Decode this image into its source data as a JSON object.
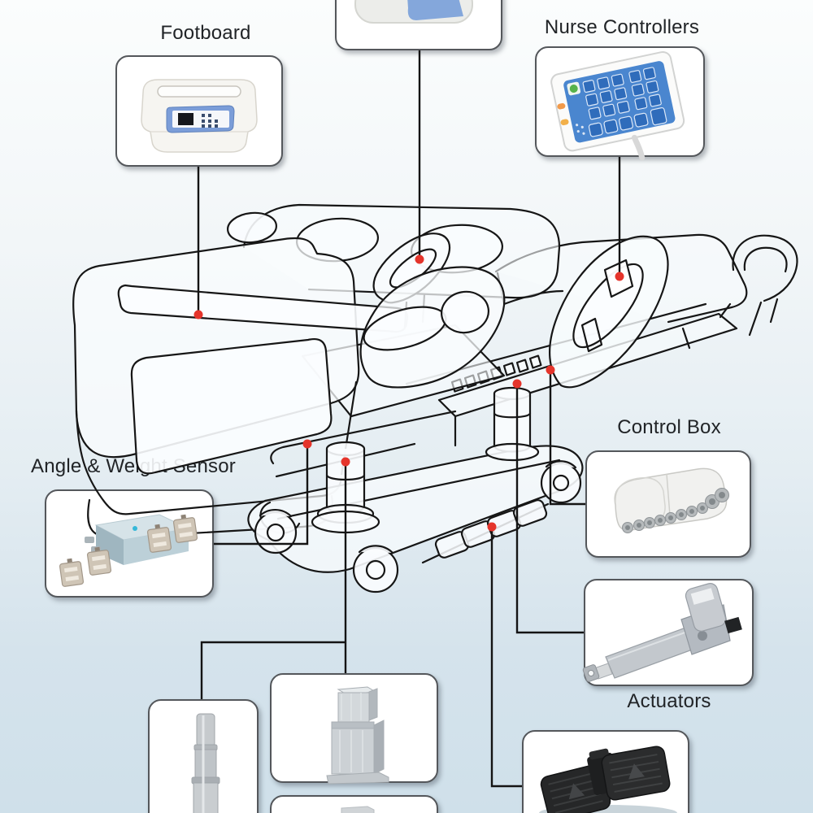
{
  "diagram": {
    "subject": "hospital-bed-components",
    "callouts": {
      "footboard": {
        "label": "Footboard"
      },
      "head_panel": {
        "label": ""
      },
      "nurse_controllers": {
        "label": "Nurse Controllers"
      },
      "angle_weight_sensor": {
        "label": "Angle & Weight Sensor"
      },
      "control_box": {
        "label": "Control Box"
      },
      "actuators": {
        "label": "Actuators"
      },
      "foot_pedals": {
        "label": ""
      },
      "lift_column_round": {
        "label": ""
      },
      "lift_column_square": {
        "label": ""
      },
      "lift_column_partial": {
        "label": ""
      }
    },
    "colors": {
      "background_top": "#fbfdfd",
      "background_bottom": "#cfe0ea",
      "box_border": "#54575b",
      "connector_line": "#141414",
      "marker_red": "#e5342b",
      "footboard_panel_blue": "#7b9dd8",
      "keypad_blue": "#4a86cf",
      "sensor_teal": "#cfdfe5",
      "bed_line": "#161616"
    }
  }
}
